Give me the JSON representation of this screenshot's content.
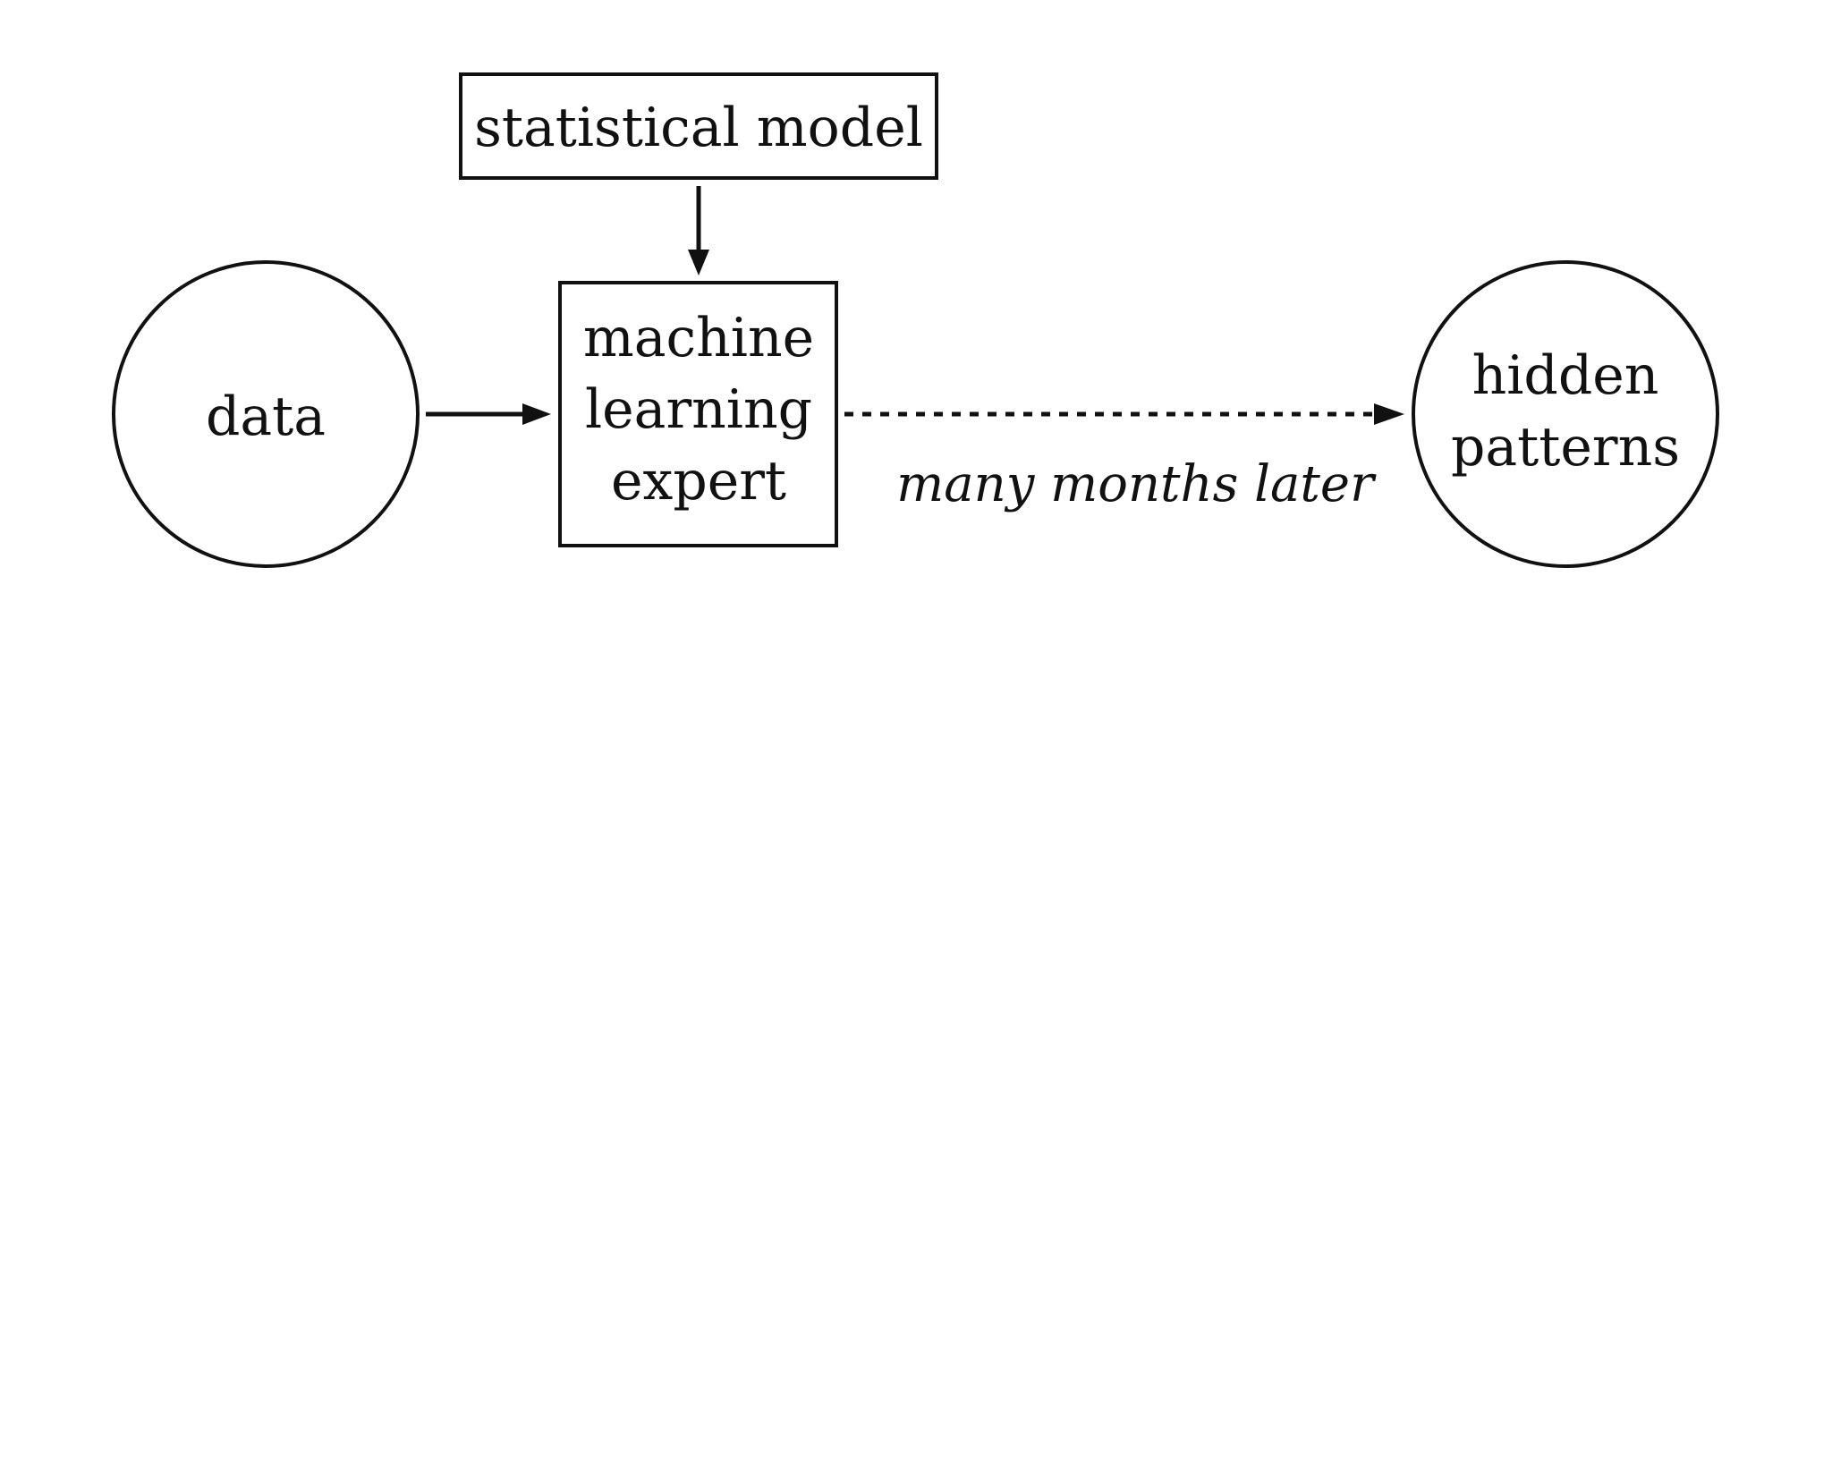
{
  "nodes": {
    "statistical_model": "statistical model",
    "ml_expert": [
      "machine",
      "learning",
      "expert"
    ],
    "data": "data",
    "hidden_patterns": [
      "hidden",
      "patterns"
    ]
  },
  "edges": {
    "expert_to_patterns_label": "many months later"
  }
}
